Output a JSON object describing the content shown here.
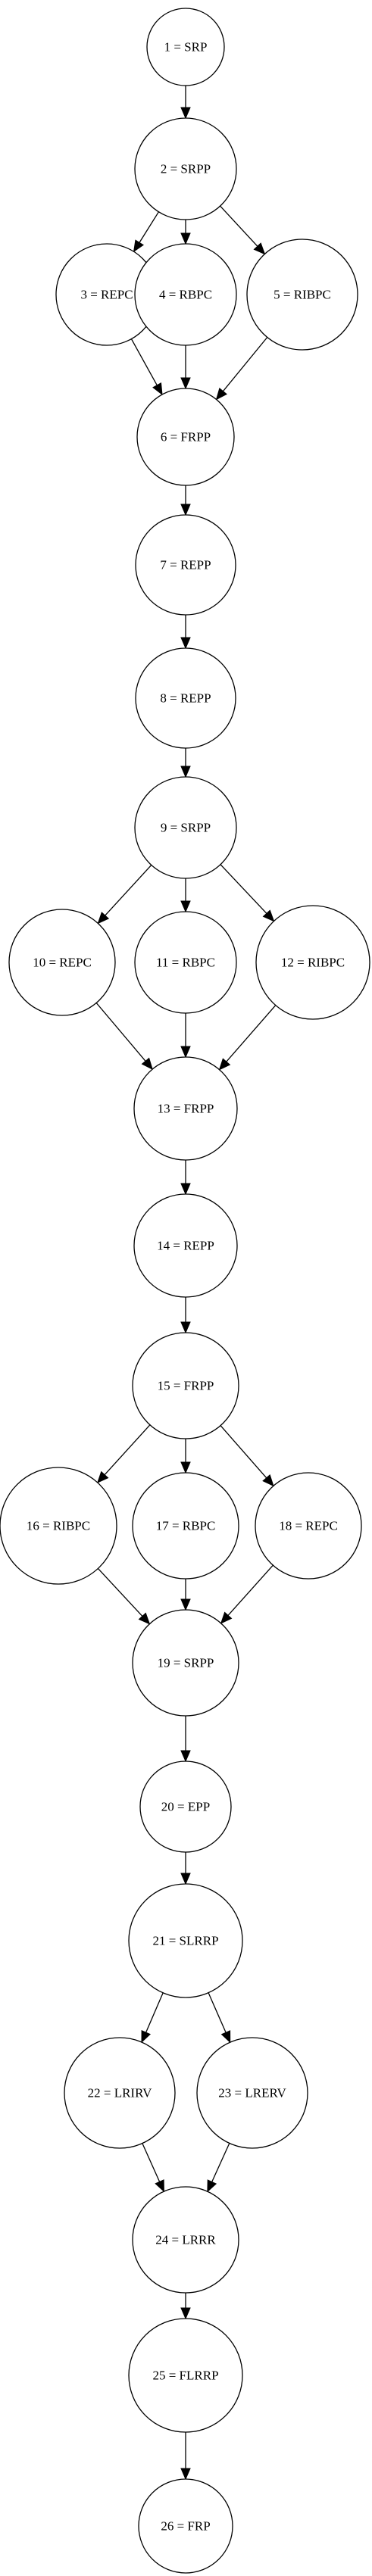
{
  "diagram": {
    "nodes": [
      {
        "id": 1,
        "label": "1 = SRP"
      },
      {
        "id": 2,
        "label": "2 = SRPP"
      },
      {
        "id": 3,
        "label": "3 = REPC"
      },
      {
        "id": 4,
        "label": "4 = RBPC"
      },
      {
        "id": 5,
        "label": "5 = RIBPC"
      },
      {
        "id": 6,
        "label": "6 = FRPP"
      },
      {
        "id": 7,
        "label": "7 = REPP"
      },
      {
        "id": 8,
        "label": "8 = REPP"
      },
      {
        "id": 9,
        "label": "9 = SRPP"
      },
      {
        "id": 10,
        "label": "10 = REPC"
      },
      {
        "id": 11,
        "label": "11 = RBPC"
      },
      {
        "id": 12,
        "label": "12 = RIBPC"
      },
      {
        "id": 13,
        "label": "13 = FRPP"
      },
      {
        "id": 14,
        "label": "14 = REPP"
      },
      {
        "id": 15,
        "label": "15 = FRPP"
      },
      {
        "id": 16,
        "label": "16 = RIBPC"
      },
      {
        "id": 17,
        "label": "17 = RBPC"
      },
      {
        "id": 18,
        "label": "18 = REPC"
      },
      {
        "id": 19,
        "label": "19 = SRPP"
      },
      {
        "id": 20,
        "label": "20 = EPP"
      },
      {
        "id": 21,
        "label": "21 = SLRRP"
      },
      {
        "id": 22,
        "label": "22 = LRIRV"
      },
      {
        "id": 23,
        "label": "23 = LRERV"
      },
      {
        "id": 24,
        "label": "24 = LRRR"
      },
      {
        "id": 25,
        "label": "25 = FLRRP"
      },
      {
        "id": 26,
        "label": "26 = FRP"
      }
    ],
    "edges": [
      [
        1,
        2
      ],
      [
        2,
        3
      ],
      [
        2,
        4
      ],
      [
        2,
        5
      ],
      [
        3,
        6
      ],
      [
        4,
        6
      ],
      [
        5,
        6
      ],
      [
        6,
        7
      ],
      [
        7,
        8
      ],
      [
        8,
        9
      ],
      [
        9,
        10
      ],
      [
        9,
        11
      ],
      [
        9,
        12
      ],
      [
        10,
        13
      ],
      [
        11,
        13
      ],
      [
        12,
        13
      ],
      [
        13,
        14
      ],
      [
        14,
        15
      ],
      [
        15,
        16
      ],
      [
        15,
        17
      ],
      [
        15,
        18
      ],
      [
        16,
        19
      ],
      [
        17,
        19
      ],
      [
        18,
        19
      ],
      [
        19,
        20
      ],
      [
        20,
        21
      ],
      [
        21,
        22
      ],
      [
        21,
        23
      ],
      [
        22,
        24
      ],
      [
        23,
        24
      ],
      [
        24,
        25
      ],
      [
        25,
        26
      ]
    ]
  }
}
